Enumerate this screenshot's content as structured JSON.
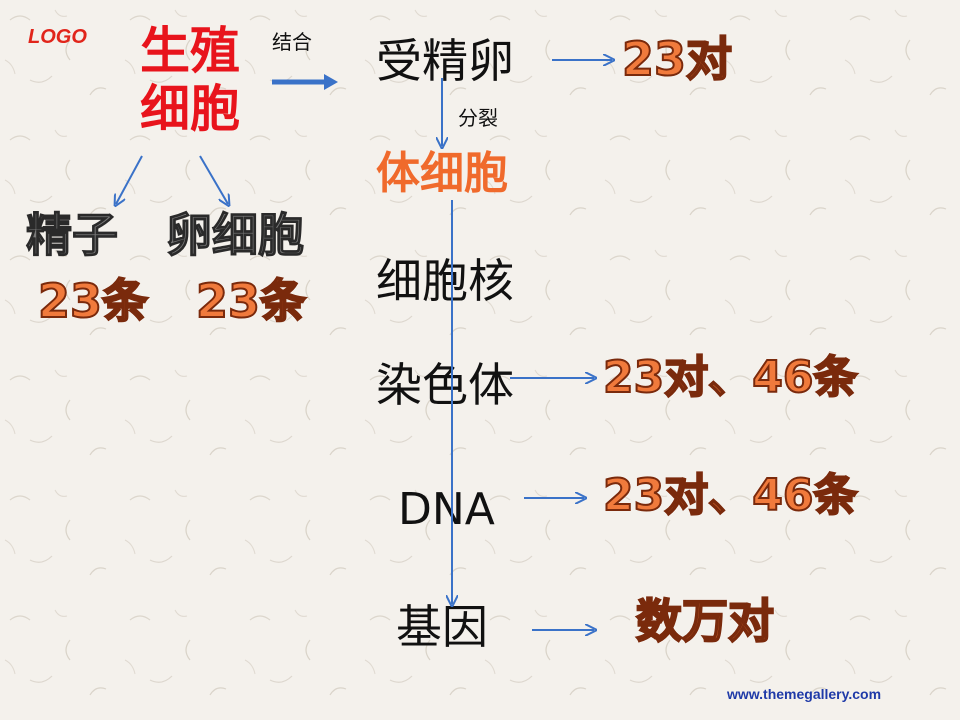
{
  "logo": "LOGO",
  "website": "www.themegallery.com",
  "germ_cell": {
    "line1": "生殖",
    "line2": "细胞"
  },
  "combine_label": "结合",
  "split_label": "分裂",
  "zygote": "受精卵",
  "zygote_value": "23对",
  "sperm": {
    "label": "精子",
    "count": "23条"
  },
  "egg": {
    "label": "卵细胞",
    "count": "23条"
  },
  "body_cell": "体细胞",
  "nucleus": "细胞核",
  "chromosome": {
    "label": "染色体",
    "value": "23对、46条"
  },
  "dna": {
    "label": "DNA",
    "value": "23对、46条"
  },
  "gene": {
    "label": "基因",
    "value": "数万对"
  },
  "colors": {
    "arrow": "#3a72c8",
    "red": "#e8141c",
    "orange": "#f07a3c",
    "link": "#1f3aa8"
  }
}
